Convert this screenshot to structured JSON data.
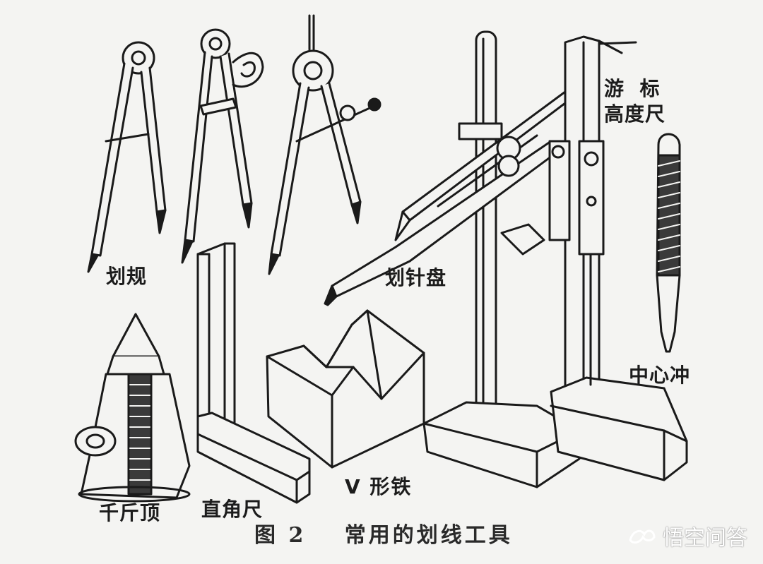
{
  "labels": {
    "dividers": "划规",
    "surface_gauge": "划针盘",
    "height_gauge_line1": "游  标",
    "height_gauge_line2": "高度尺",
    "center_punch": "中心冲",
    "jack": "千斤顶",
    "square": "直角尺",
    "v_block": "V 形铁"
  },
  "caption": {
    "figure_number": "图 2",
    "title": "常用的划线工具"
  },
  "watermark": {
    "text": "悟空问答",
    "icon": "logo-icon"
  }
}
